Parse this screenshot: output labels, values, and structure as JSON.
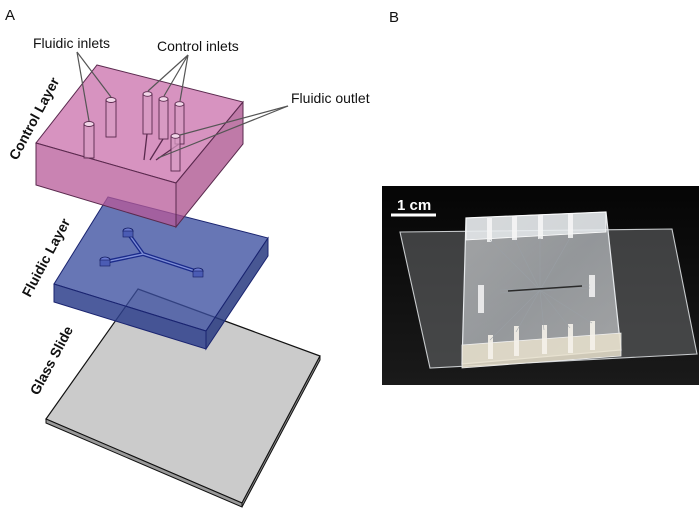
{
  "panels": {
    "a": {
      "letter": "A"
    },
    "b": {
      "letter": "B"
    }
  },
  "callouts": {
    "fluidic_inlets": "Fluidic inlets",
    "control_inlets": "Control inlets",
    "fluidic_outlet": "Fluidic outlet"
  },
  "layers": {
    "control": "Control Layer",
    "fluidic": "Fluidic Layer",
    "glass": "Glass Slide"
  },
  "photo": {
    "scale_bar": "1 cm"
  },
  "colors": {
    "control_layer": "#c86aa8",
    "fluidic_layer": "#3c4fa0",
    "glass_slide": "#cfcfcf",
    "photo_background": "#0b0b0b"
  }
}
